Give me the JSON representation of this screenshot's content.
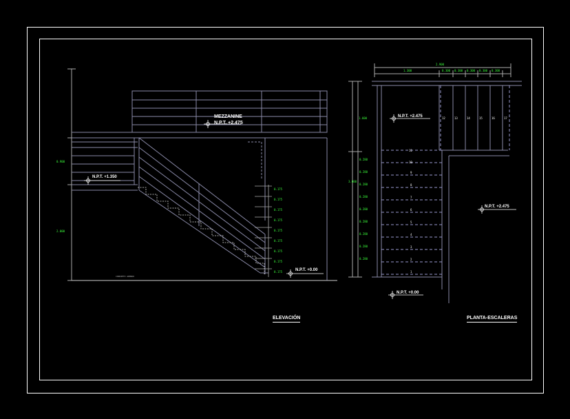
{
  "colors": {
    "background": "#000000",
    "frame": "#ffffff",
    "stair_lines": "#8a8aa8",
    "dimensions": "#3cff3c",
    "text": "#ffffff"
  },
  "titles": {
    "elevation": "ELEVACIÓN",
    "plan": "PLANTA-ESCALERAS"
  },
  "elevation": {
    "mezzanine_label": "MEZZANINE",
    "mezzanine_level": "N.P.T. +2.475",
    "landing_level": "N.P.T. +1.350",
    "floor_level": "N.P.T. +0.00",
    "left_dims": [
      "0.900",
      "2.000"
    ],
    "riser_dims": [
      "0.175",
      "0.175",
      "0.175",
      "0.175",
      "0.175",
      "0.175",
      "0.175",
      "0.175",
      "0.175"
    ],
    "base_note": "CONCRETO ARMADO"
  },
  "plan": {
    "top_dim_total": "2.900",
    "top_dims": [
      "1.300",
      "0.300",
      "0.300",
      "0.300",
      "0.300",
      "0.300"
    ],
    "left_dims": [
      "1.600",
      "3.000"
    ],
    "left_small_dims": [
      "0.280",
      "0.280",
      "0.280",
      "0.280",
      "0.280",
      "0.280",
      "0.280",
      "0.280",
      "0.280"
    ],
    "upper_level": "N.P.T. +2.475",
    "right_level": "N.P.T. +2.475",
    "lower_level": "N.P.T. +0.00",
    "step_numbers": [
      "1",
      "2",
      "3",
      "4",
      "5",
      "6",
      "7",
      "8",
      "9",
      "10",
      "11"
    ],
    "top_step_numbers": [
      "12",
      "13",
      "14",
      "15",
      "16",
      "17"
    ]
  }
}
